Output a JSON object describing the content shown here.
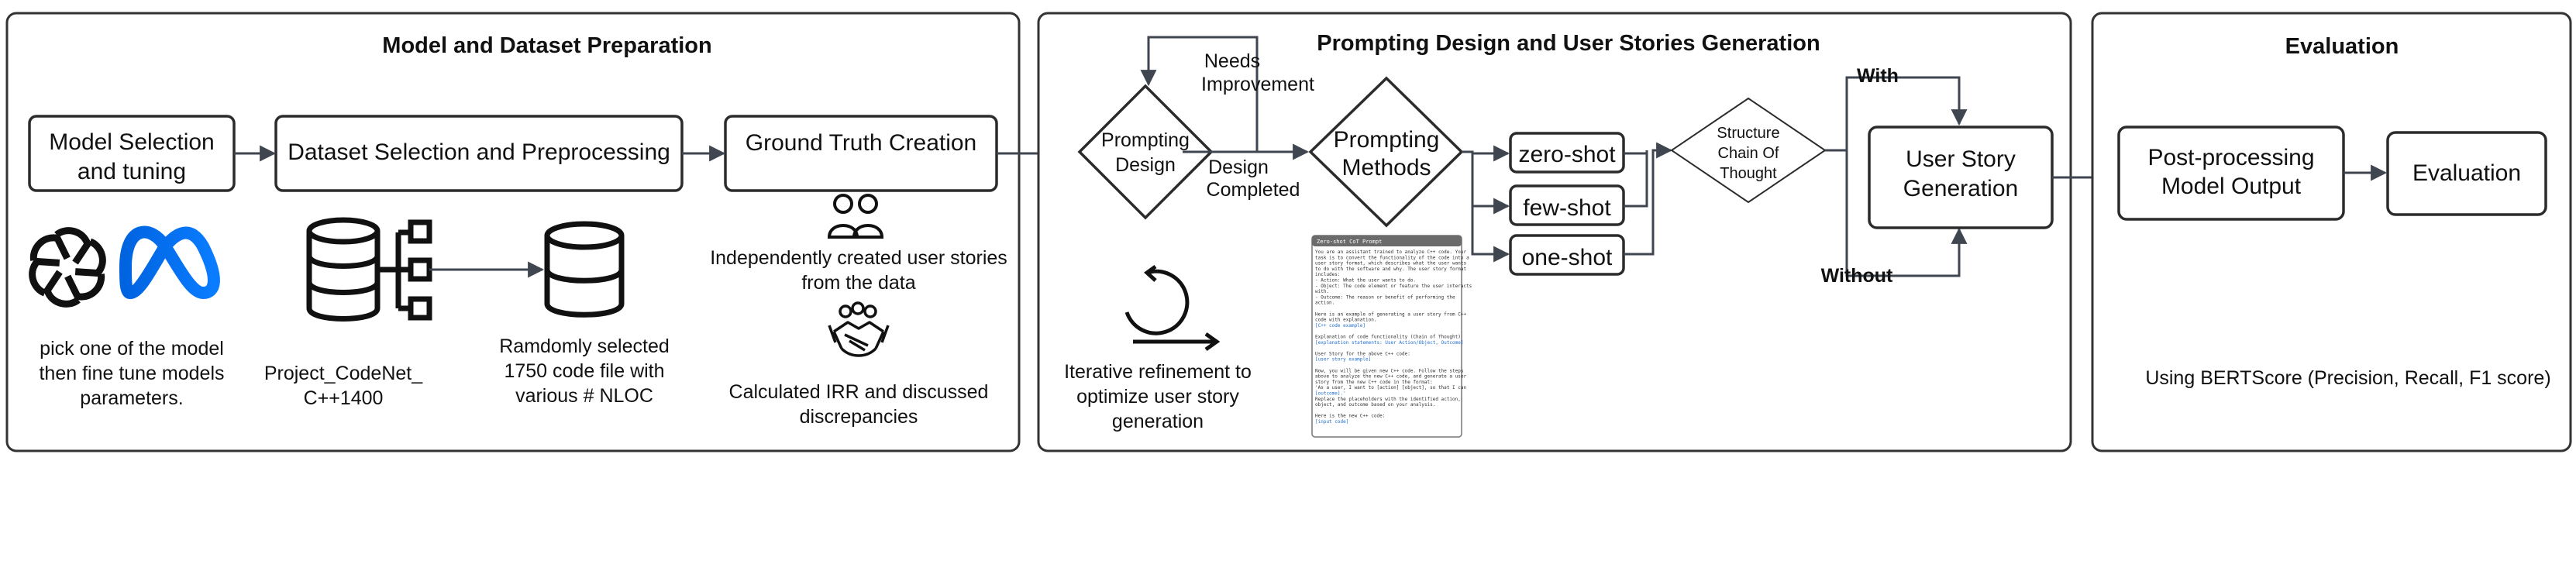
{
  "panels": {
    "prep": {
      "title": "Model and Dataset Preparation",
      "model_box": [
        "Model Selection",
        "and tuning"
      ],
      "dataset_box": "Dataset Selection and Preprocessing",
      "truth_box": "Ground Truth Creation",
      "model_caption": [
        "pick one of the model",
        "then fine tune models",
        "parameters."
      ],
      "dataset_caption": [
        "Project_CodeNet_",
        "C++1400"
      ],
      "sample_caption": [
        "Ramdomly selected",
        "1750 code file with",
        "various # NLOC"
      ],
      "truth_caption_1": [
        "Independently created user stories",
        "from the data"
      ],
      "truth_caption_2": [
        "Calculated IRR  and  discussed",
        "discrepancies"
      ]
    },
    "prompting": {
      "title": "Prompting Design and User Stories Generation",
      "design_diamond": [
        "Prompting",
        "Design"
      ],
      "needs_improvement": [
        "Needs",
        "Improvement"
      ],
      "design_completed": [
        "Design",
        "Completed"
      ],
      "methods_diamond": [
        "Prompting",
        "Methods"
      ],
      "shots": [
        "zero-shot",
        "few-shot",
        "one-shot"
      ],
      "cot_diamond": [
        "Structure",
        "Chain Of",
        "Thought"
      ],
      "with_label": "With",
      "without_label": "Without",
      "generation_box": [
        "User Story",
        "Generation"
      ],
      "refinement_caption": [
        "Iterative refinement to",
        "optimize user story",
        "generation"
      ],
      "prompt_card_header": "Zero-shot CoT Prompt",
      "prompt_card_lines": [
        "You are an assistant trained to analyze C++ code. Your",
        "task is to convert the functionality of the code into a",
        "user story format, which describes what the user wants",
        "to do with the software and why. The user story format",
        "includes:",
        "- Action: What the user wants to do.",
        "- Object: The code element or feature the user interacts",
        "  with.",
        "- Outcome: The reason or benefit of performing the",
        "  action.",
        "",
        "Here is an example of generating a user story from C++",
        "code with explanation.",
        "[C++ code example]",
        "",
        "Explanation of code functionality (Chain of Thought)",
        "[explanation statements: User Action/Object, Outcome]",
        "",
        "User Story for the above C++ code:",
        "[user story example]",
        "",
        "Now, you will be given new C++ code. Follow the steps",
        "above to analyze the new C++ code, and generate a user",
        "story from the new C++ code in the format:",
        "'As a user, I want to [action] [object], so that I can",
        "[outcome].'",
        "Replace the placeholders with the identified action,",
        "object, and outcome based on your analysis.",
        "",
        "Here is the new C++ code:",
        "[input code]"
      ]
    },
    "evaluation": {
      "title": "Evaluation",
      "postprocess_box": [
        "Post-processing",
        "Model Output"
      ],
      "evaluation_box": "Evaluation",
      "caption": "Using BERTScore (Precision, Recall, F1 score)"
    }
  },
  "icons": [
    "openai-logo-icon",
    "meta-logo-icon",
    "database-tree-icon",
    "database-icon",
    "users-icon",
    "handshake-icon",
    "refresh-cycle-icon"
  ],
  "colors": {
    "border": "#333333",
    "arrow": "#3f4650",
    "meta_blue": "#0668E1",
    "card_header": "#6b6b6b"
  }
}
